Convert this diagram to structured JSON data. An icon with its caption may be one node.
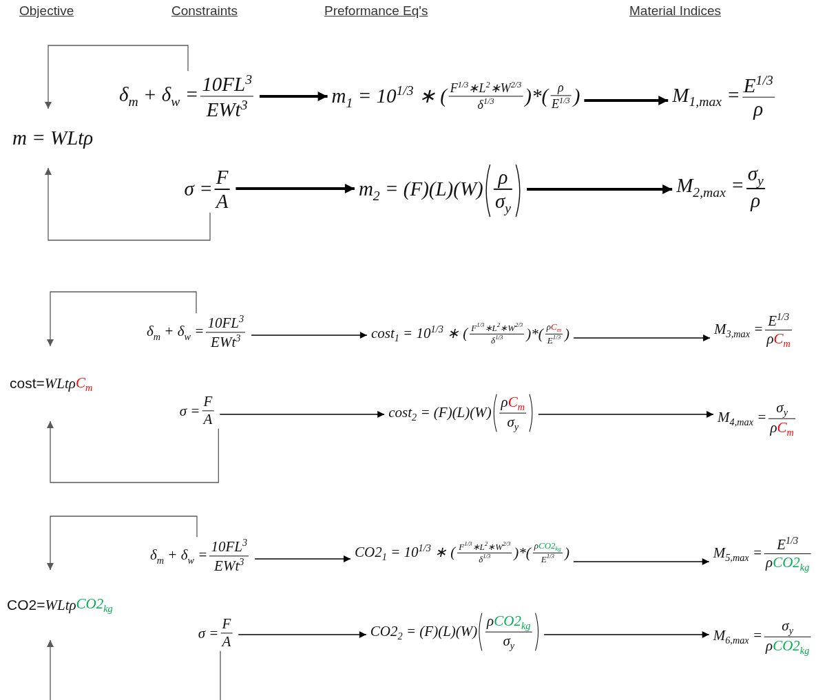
{
  "diagram": {
    "nodes": [
      {
        "text": [
          "m = WLtρ"
        ]
      },
      {
        "text": [
          "δ$_{m}$ + δ$_{w}$ =",
          "10FL$^{3}$",
          "EWt$^{3}$"
        ]
      },
      {
        "text": [
          "σ =",
          "F",
          "A"
        ]
      },
      {
        "text": [
          "m$_{1}$ = 10$^{1/3}$ ∗ (",
          "F$^{1/3}$∗L$^{2}$∗W$^{2/3}$",
          "δ$^{1/3}$",
          ")*(",
          "ρ",
          "E$^{1/3}$",
          ")"
        ]
      },
      {
        "text": [
          "m$_{2}$ = (F)(L)(W)",
          "ρ",
          "σ$_{y}$"
        ]
      },
      {
        "text": [
          "M$_{1,max}$ =",
          "E$^{1/3}$",
          "ρ"
        ]
      },
      {
        "text": [
          "M$_{2,max}$ =",
          "σ$_{y}$",
          "ρ"
        ]
      },
      {
        "text": [
          "cost=",
          "WLtρ",
          "C$_{m}$"
        ]
      },
      {
        "text": [
          "δ$_{m}$ + δ$_{w}$ =",
          "10FL$^{3}$",
          "EWt$^{3}$"
        ]
      },
      {
        "text": [
          "σ =",
          "F",
          "A"
        ]
      },
      {
        "text": [
          "cost$_{1}$ = 10$^{1/3}$ ∗ (",
          "F$^{1/3}$∗L$^{2}$∗W$^{2/3}$",
          "δ$^{1/3}$",
          ")*(",
          "ρ",
          "C$_{m}$",
          "E$^{1/3}$",
          ")"
        ]
      },
      {
        "text": [
          "cost$_{2}$ = (F)(L)(W)",
          "ρ",
          "C$_{m}$",
          "σ$_{y}$"
        ]
      },
      {
        "text": [
          "M$_{3,max}$ =",
          "E$^{1/3}$",
          "ρ",
          "C$_{m}$"
        ]
      },
      {
        "text": [
          "M$_{4,max}$ =",
          "σ$_{y}$",
          "ρ",
          "C$_{m}$"
        ]
      },
      {
        "text": [
          "CO2=",
          "WLtρ",
          "CO2$_{kg}$"
        ]
      },
      {
        "text": [
          "δ$_{m}$ + δ$_{w}$ =",
          "10FL$^{3}$",
          "EWt$^{3}$"
        ]
      },
      {
        "text": [
          "σ =",
          "F",
          "A"
        ]
      },
      {
        "text": [
          "CO2$_{1}$ = 10$^{1/3}$ ∗ (",
          "F$^{1/3}$∗L$^{2}$∗W$^{2/3}$",
          "δ$^{1/3}$",
          ")*(",
          "ρ",
          "CO2$_{kg}$",
          "E$^{1/3}$",
          ")"
        ]
      },
      {
        "text": [
          "CO2$_{2}$ = (F)(L)(W)",
          "ρ",
          "CO2$_{kg}$",
          "σ$_{y}$"
        ]
      },
      {
        "text": [
          "M$_{5,max}$ =",
          "E$^{1/3}$",
          "ρ",
          "CO2$_{kg}$"
        ]
      },
      {
        "text": [
          "M$_{6,max}$ =",
          "σ$_{y}$",
          "ρ",
          "CO2$_{kg}$"
        ]
      }
    ],
    "edges": [
      {
        "from": 1,
        "to": 0,
        "arrow": "to",
        "color": "#595959"
      },
      {
        "from": 2,
        "to": 0,
        "arrow": "to",
        "color": "#595959"
      },
      {
        "from": 1,
        "to": 3,
        "arrow": "to",
        "style": "thick"
      },
      {
        "from": 3,
        "to": 5,
        "arrow": "to",
        "style": "thick"
      },
      {
        "from": 2,
        "to": 4,
        "arrow": "to",
        "style": "thick"
      },
      {
        "from": 4,
        "to": 6,
        "arrow": "to",
        "style": "thick"
      },
      {
        "from": 8,
        "to": 7,
        "arrow": "to",
        "color": "#595959"
      },
      {
        "from": 9,
        "to": 7,
        "arrow": "to",
        "color": "#595959"
      },
      {
        "from": 8,
        "to": 10,
        "arrow": "to"
      },
      {
        "from": 10,
        "to": 12,
        "arrow": "to"
      },
      {
        "from": 9,
        "to": 11,
        "arrow": "to"
      },
      {
        "from": 11,
        "to": 13,
        "arrow": "to"
      },
      {
        "from": 15,
        "to": 14,
        "arrow": "to",
        "color": "#595959"
      },
      {
        "from": 16,
        "to": 14,
        "arrow": "to",
        "color": "#595959"
      },
      {
        "from": 15,
        "to": 17,
        "arrow": "to"
      },
      {
        "from": 17,
        "to": 19,
        "arrow": "to"
      },
      {
        "from": 16,
        "to": 18,
        "arrow": "to"
      },
      {
        "from": 18,
        "to": 20,
        "arrow": "to"
      }
    ],
    "labels": [
      "Objective",
      "Constraints",
      "Preformance Eq's",
      "Material Indices"
    ]
  }
}
